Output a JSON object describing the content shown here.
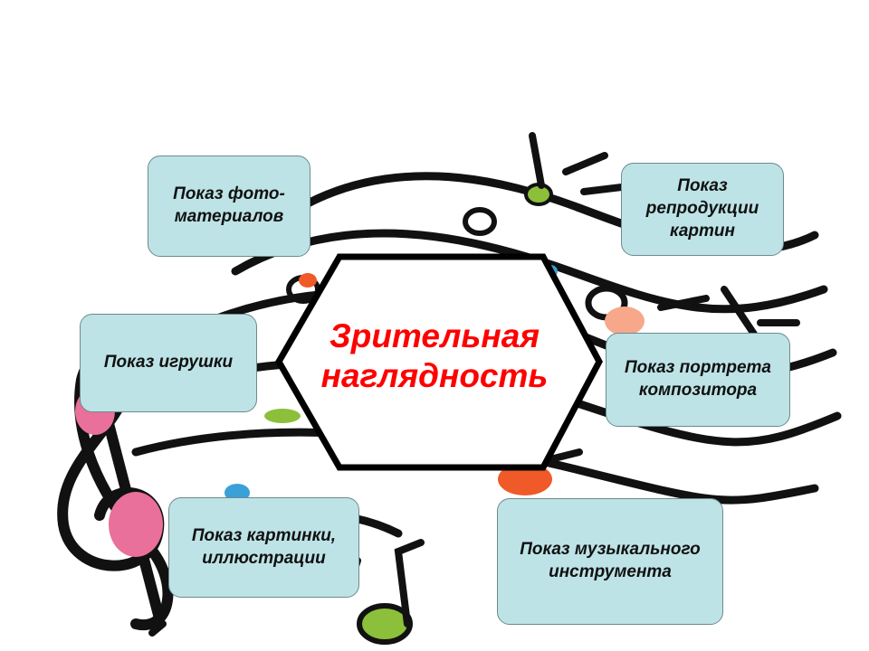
{
  "center": {
    "title": "Зрительная\nнаглядность",
    "color": "#ff0000"
  },
  "nodes": [
    {
      "id": "photo",
      "label": "Показ фото-\nматериалов"
    },
    {
      "id": "reproduction",
      "label": "Показ\nрепродукции\nкартин"
    },
    {
      "id": "toy",
      "label": "Показ игрушки"
    },
    {
      "id": "portrait",
      "label": "Показ портрета\nкомпозитора"
    },
    {
      "id": "picture",
      "label": "Показ картинки,\nиллюстрации"
    },
    {
      "id": "instrument",
      "label": "Показ музыкального\nинструмента"
    }
  ],
  "colors": {
    "box_fill": "#bde3e6",
    "hexagon_border": "#000000",
    "note_accents": [
      "#e8709a",
      "#8cbf3a",
      "#f05a28",
      "#3aa0d8",
      "#f7a88a"
    ]
  },
  "icons": [
    "treble-clef-icon",
    "music-note-icon",
    "music-staff-lines"
  ]
}
